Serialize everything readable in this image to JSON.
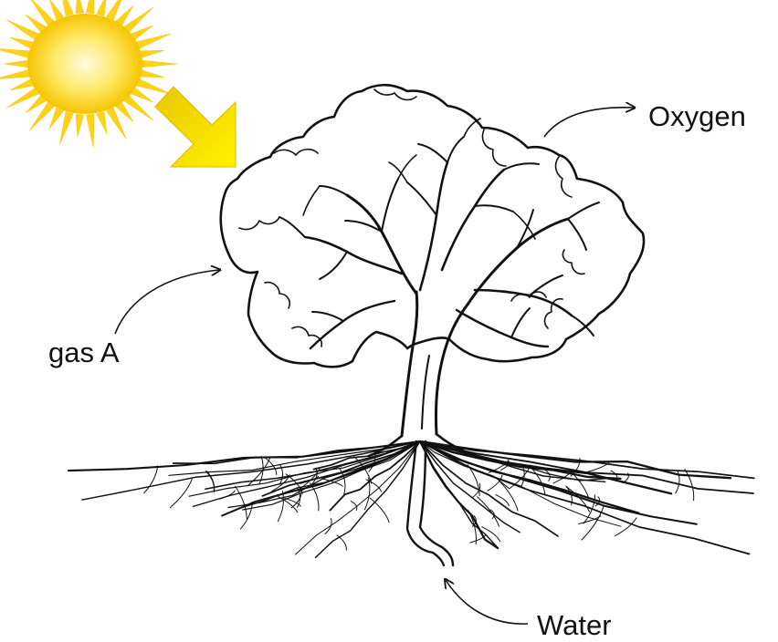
{
  "labels": {
    "oxygen": "Oxygen",
    "gas_a": "gas A",
    "water": "Water"
  },
  "colors": {
    "sun_core": "#fffbe0",
    "sun_mid": "#ffe44d",
    "sun_edge": "#f6c400",
    "sun_ray": "#ffd21a",
    "sunlight_arrow": "#ffe500",
    "line": "#111111"
  },
  "icons": {
    "sun": "sun-icon",
    "sunlight_arrow": "sunlight-arrow-icon",
    "tree": "tree-illustration"
  }
}
